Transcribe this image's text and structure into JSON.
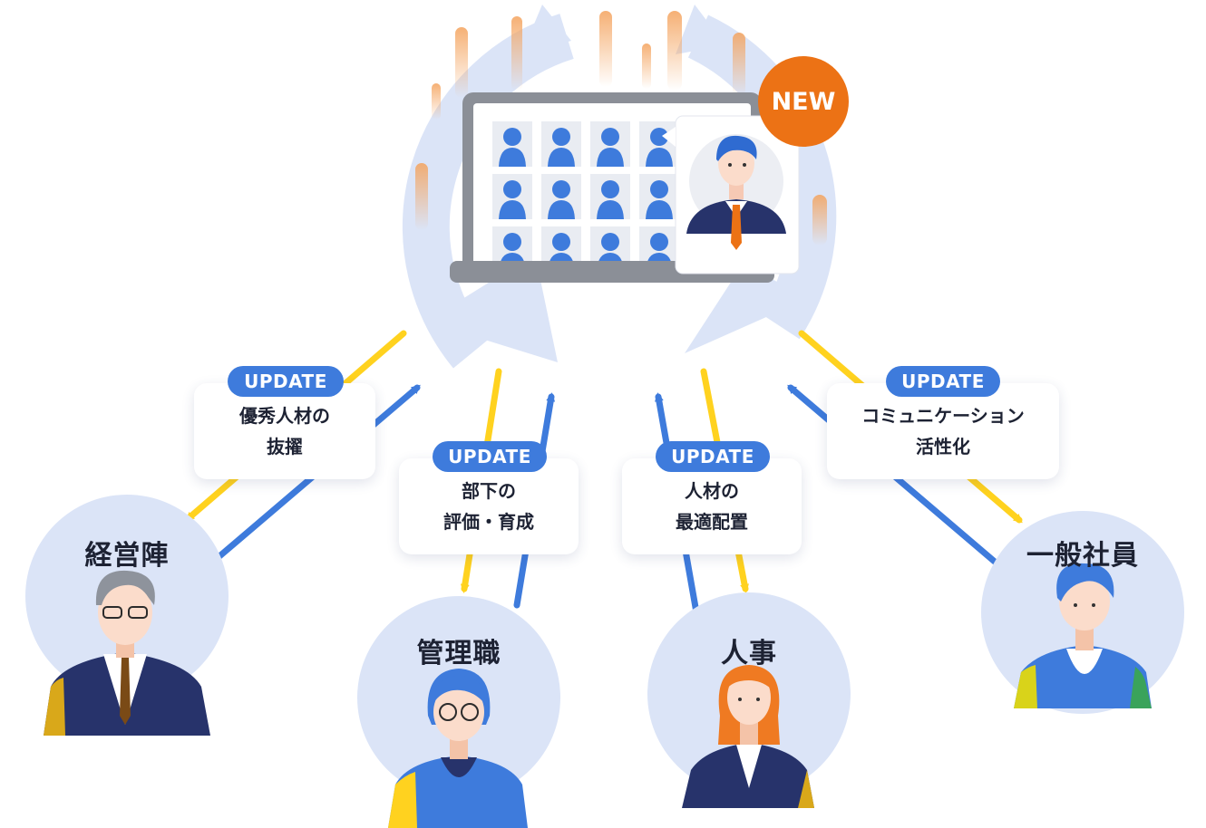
{
  "center": {
    "new_badge": "NEW"
  },
  "updates": [
    {
      "badge": "UPDATE",
      "line1": "優秀人材の",
      "line2": "抜擢"
    },
    {
      "badge": "UPDATE",
      "line1": "部下の",
      "line2": "評価・育成"
    },
    {
      "badge": "UPDATE",
      "line1": "人材の",
      "line2": "最適配置"
    },
    {
      "badge": "UPDATE",
      "line1": "コミュニケーション",
      "line2": "活性化"
    }
  ],
  "roles": [
    "経営陣",
    "管理職",
    "人事",
    "一般社員"
  ],
  "colors": {
    "arrow_blue": "#3e7bdc",
    "arrow_yellow": "#ffd21f",
    "ring": "#d8e2f6",
    "new_badge": "#ec7215",
    "suit_navy": "#27336b"
  }
}
